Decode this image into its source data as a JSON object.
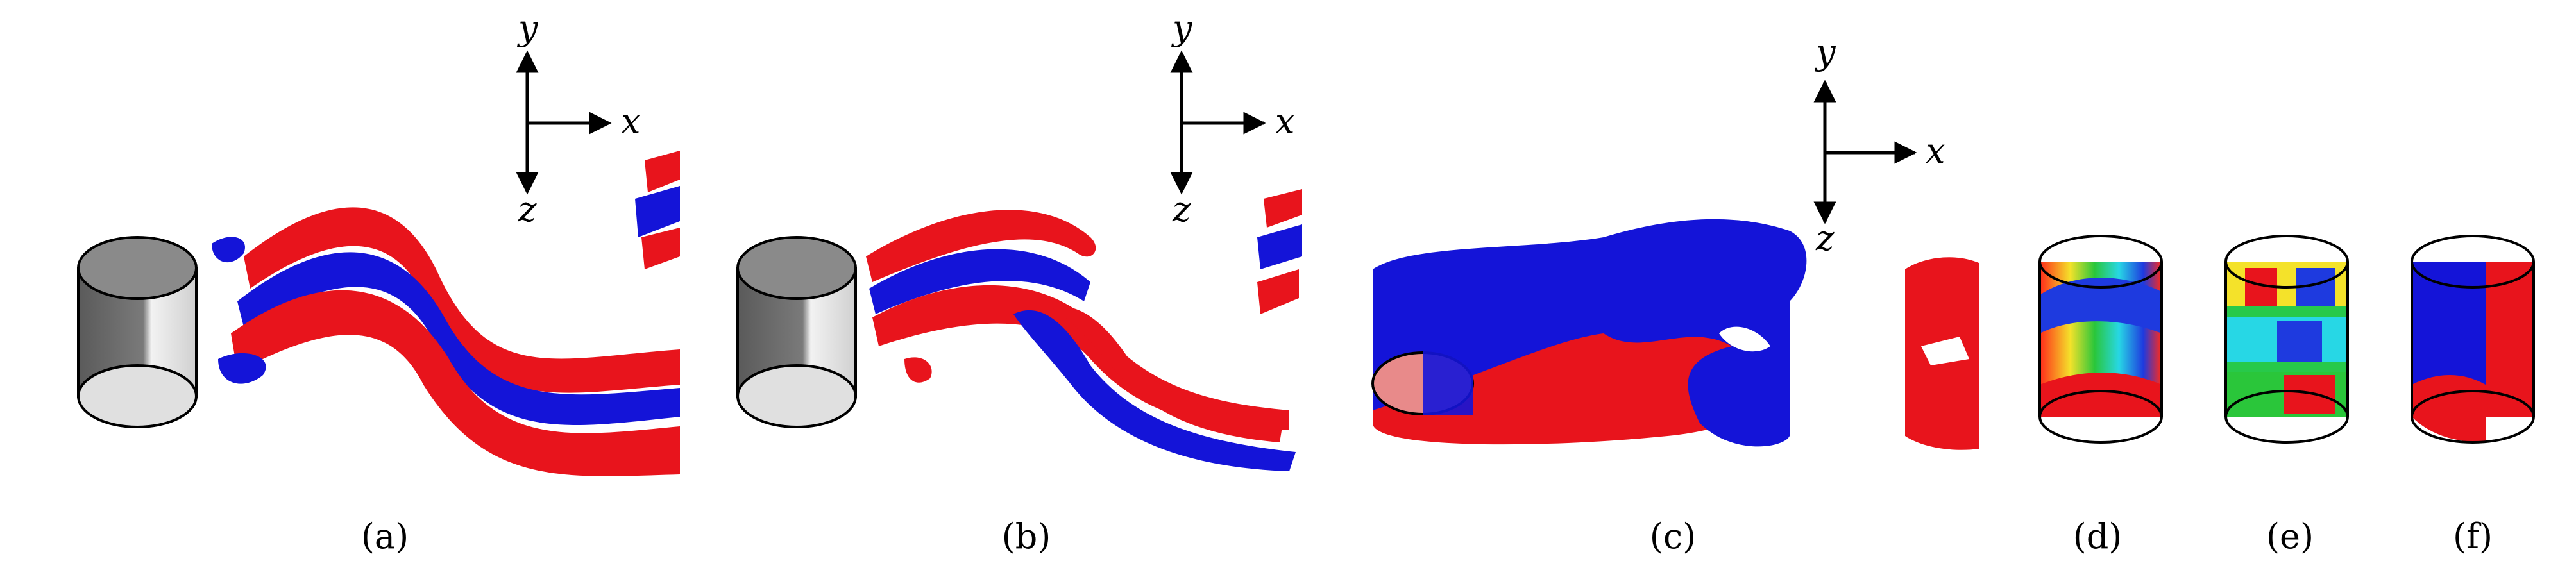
{
  "figure": {
    "panels": [
      {
        "label": "(a)",
        "axes": {
          "x": "x",
          "y": "y",
          "z": "z"
        }
      },
      {
        "label": "(b)",
        "axes": {
          "x": "x",
          "y": "y",
          "z": "z"
        }
      },
      {
        "label": "(c)",
        "axes": {
          "x": "x",
          "y": "y",
          "z": "z"
        }
      },
      {
        "label": "(d)"
      },
      {
        "label": "(e)"
      },
      {
        "label": "(f)"
      }
    ]
  },
  "colors": {
    "positive": "#e8141c",
    "negative": "#1414d8",
    "cylinder_dark": "#6e6e6e",
    "cylinder_light": "#e6e6e6"
  }
}
